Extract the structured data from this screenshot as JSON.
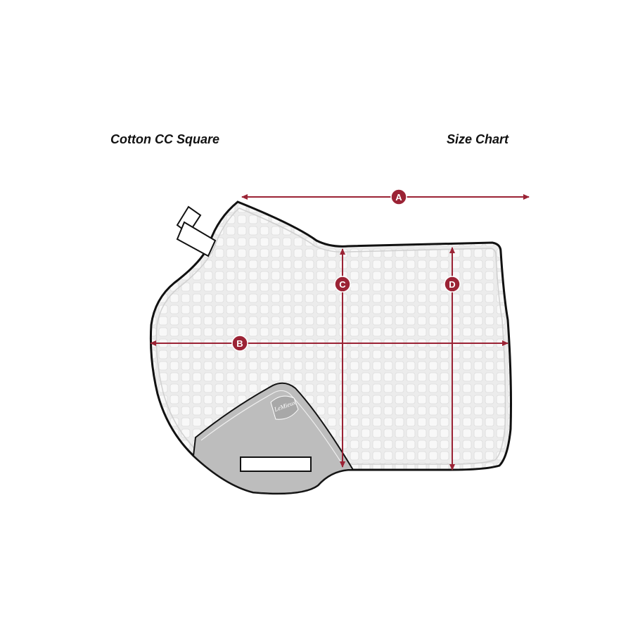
{
  "header": {
    "product_title": "Cotton CC Square",
    "chart_title": "Size Chart"
  },
  "measurements": [
    {
      "label": "A"
    },
    {
      "label": "B"
    },
    {
      "label": "C"
    },
    {
      "label": "D"
    }
  ],
  "logo": {
    "brand": "LeMieux"
  },
  "colors": {
    "arrow": "#9b2335",
    "pad_fill": "#efefef",
    "pad_outline": "#111111",
    "quilt": "#ffffff",
    "girth_panel": "#bdbdbd"
  }
}
